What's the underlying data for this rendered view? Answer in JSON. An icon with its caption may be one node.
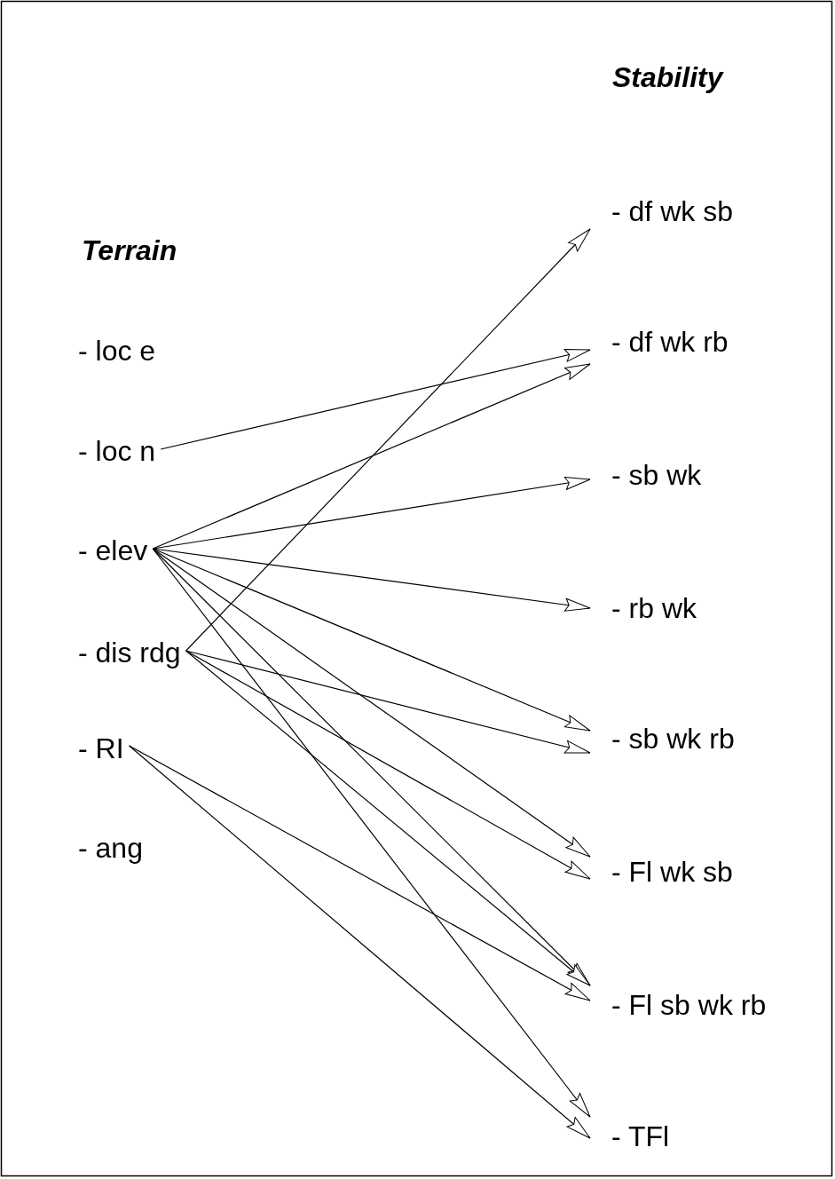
{
  "diagram": {
    "nodes": [
      {
        "text": [
          "- loc e"
        ]
      },
      {
        "text": [
          "- loc n"
        ]
      },
      {
        "text": [
          "- elev"
        ]
      },
      {
        "text": [
          "- dis rdg"
        ]
      },
      {
        "text": [
          "- RI"
        ]
      },
      {
        "text": [
          "- ang"
        ]
      },
      {
        "text": [
          "- df wk sb"
        ]
      },
      {
        "text": [
          "- df wk rb"
        ]
      },
      {
        "text": [
          "- sb wk"
        ]
      },
      {
        "text": [
          "- rb wk"
        ]
      },
      {
        "text": [
          "- sb wk rb"
        ]
      },
      {
        "text": [
          "- Fl wk sb"
        ]
      },
      {
        "text": [
          "- Fl sb wk rb"
        ]
      },
      {
        "text": [
          "- TFl"
        ]
      }
    ],
    "edges": [
      {
        "from": 1,
        "to": 7,
        "arrow": "to"
      },
      {
        "from": 2,
        "to": 7,
        "arrow": "to"
      },
      {
        "from": 2,
        "to": 8,
        "arrow": "to"
      },
      {
        "from": 2,
        "to": 9,
        "arrow": "to"
      },
      {
        "from": 2,
        "to": 10,
        "arrow": "to"
      },
      {
        "from": 2,
        "to": 11,
        "arrow": "to"
      },
      {
        "from": 2,
        "to": 12,
        "arrow": "to"
      },
      {
        "from": 2,
        "to": 13,
        "arrow": "to"
      },
      {
        "from": 3,
        "to": 6,
        "arrow": "to"
      },
      {
        "from": 3,
        "to": 10,
        "arrow": "to"
      },
      {
        "from": 3,
        "to": 11,
        "arrow": "to"
      },
      {
        "from": 3,
        "to": 12,
        "arrow": "to"
      },
      {
        "from": 4,
        "to": 12,
        "arrow": "to"
      },
      {
        "from": 4,
        "to": 13,
        "arrow": "to"
      }
    ],
    "labels": [
      "Stability",
      "Terrain"
    ]
  }
}
